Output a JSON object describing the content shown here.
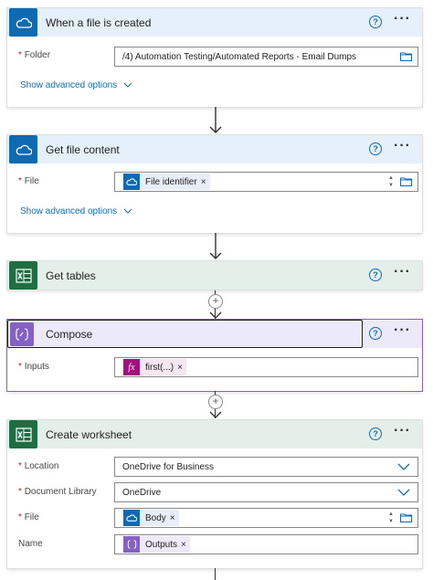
{
  "cards": {
    "trigger": {
      "title": "When a file is created",
      "help": "?",
      "more": "···",
      "folder_label": "Folder",
      "folder_value": "/4) Automation Testing/Automated Reports - Email Dumps",
      "advanced": "Show advanced options"
    },
    "get_file": {
      "title": "Get file content",
      "help": "?",
      "more": "···",
      "file_label": "File",
      "file_token": "File identifier",
      "advanced": "Show advanced options"
    },
    "get_tables": {
      "title": "Get tables",
      "help": "?",
      "more": "···"
    },
    "compose": {
      "title": "Compose",
      "help": "?",
      "more": "···",
      "inputs_label": "Inputs",
      "inputs_token": "first(...)"
    },
    "create_ws": {
      "title": "Create worksheet",
      "help": "?",
      "more": "···",
      "location_label": "Location",
      "location_value": "OneDrive for Business",
      "doclib_label": "Document Library",
      "doclib_value": "OneDrive",
      "file_label": "File",
      "file_token": "Body",
      "name_label": "Name",
      "name_token": "Outputs"
    }
  },
  "glyphs": {
    "req": "*",
    "remove": "×",
    "plus": "+",
    "fx": "fx",
    "up": "▲",
    "down": "▼"
  },
  "colors": {
    "onedrive": "#0f6ab4",
    "excel": "#1d6f42",
    "compose": "#8661c5",
    "link": "#0f6cbd",
    "fx": "#a4107f"
  }
}
